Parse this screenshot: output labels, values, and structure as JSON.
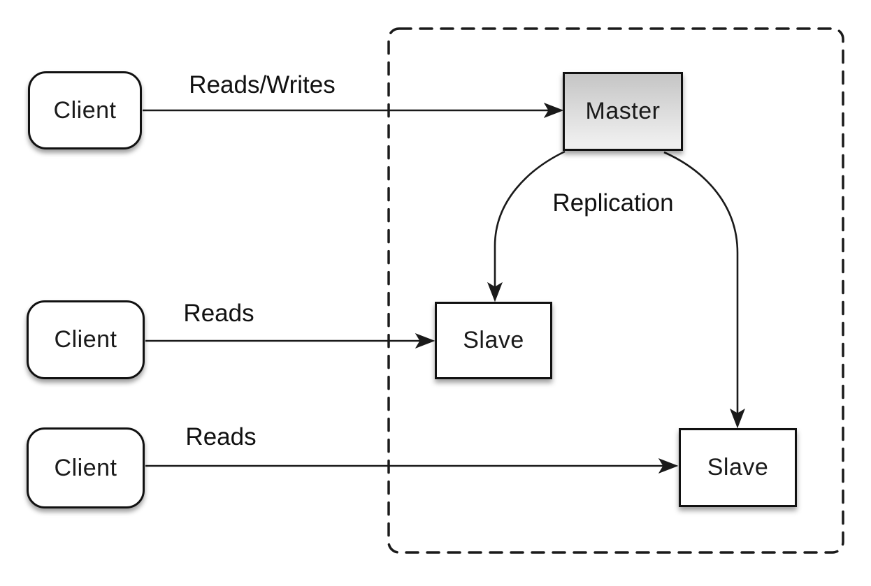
{
  "diagram": {
    "nodes": {
      "client1": {
        "label": "Client",
        "shape": "rounded-rect"
      },
      "client2": {
        "label": "Client",
        "shape": "rounded-rect"
      },
      "client3": {
        "label": "Client",
        "shape": "rounded-rect"
      },
      "master": {
        "label": "Master",
        "shape": "rect",
        "fill": "gray-gradient"
      },
      "slave1": {
        "label": "Slave",
        "shape": "rect"
      },
      "slave2": {
        "label": "Slave",
        "shape": "rect"
      }
    },
    "edges": {
      "reads_writes": {
        "label": "Reads/Writes",
        "from": "client1",
        "to": "master",
        "style": "straight"
      },
      "reads_mid": {
        "label": "Reads",
        "from": "client2",
        "to": "slave1",
        "style": "straight"
      },
      "reads_bottom": {
        "label": "Reads",
        "from": "client3",
        "to": "slave2",
        "style": "straight"
      },
      "replication_left": {
        "label": "Replication",
        "from": "master",
        "to": "slave1",
        "style": "curved"
      },
      "replication_right": {
        "label": "",
        "from": "master",
        "to": "slave2",
        "style": "curved"
      }
    },
    "container": {
      "style": "dashed-rounded-rect",
      "contains": "master, slave1, slave2"
    },
    "colors": {
      "background": "#ffffff",
      "line": "#1a1a1a",
      "box_border": "#111111",
      "box_fill": "#ffffff",
      "master_fill_top": "#c5c5c5",
      "master_fill_bottom": "#efefef",
      "text": "#111111"
    }
  }
}
